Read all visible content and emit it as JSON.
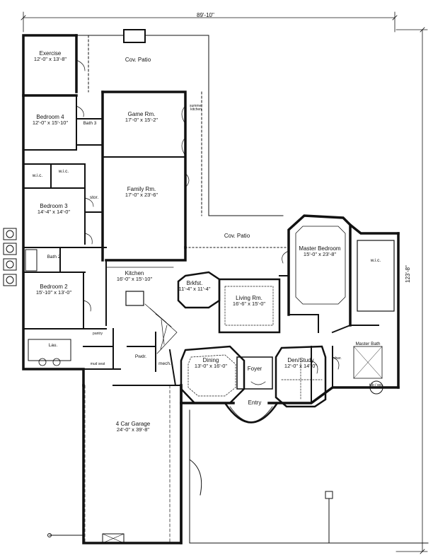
{
  "dimensions": {
    "width": "89'-10\"",
    "depth": "123'-8\""
  },
  "rooms": {
    "exercise": {
      "name": "Exercise",
      "size": "12'-0\" x 13'-8\""
    },
    "cov_patio_top": {
      "name": "Cov. Patio"
    },
    "bedroom4": {
      "name": "Bedroom 4",
      "size": "12'-0\" x 15'-10\""
    },
    "bath3": {
      "name": "Bath 3"
    },
    "game": {
      "name": "Game Rm.",
      "size": "17'-0\" x 15'-2\""
    },
    "summer_kitchen": {
      "name": "summer kitchen"
    },
    "wic_left": {
      "name": "w.i.c."
    },
    "wic_mid": {
      "name": "w.i.c."
    },
    "family": {
      "name": "Family Rm.",
      "size": "17'-0\" x 23'-6\""
    },
    "stor": {
      "name": "stor."
    },
    "bedroom3": {
      "name": "Bedroom 3",
      "size": "14'-4\" x 14'-0\""
    },
    "cov_patio_mid": {
      "name": "Cov. Patio"
    },
    "master_bed": {
      "name": "Master Bedroom",
      "size": "15'-0\" x 23'-8\""
    },
    "wic_master": {
      "name": "w.i.c."
    },
    "bath2": {
      "name": "Bath 2"
    },
    "kitchen": {
      "name": "Kitchen",
      "size": "16'-0\" x 15'-10\""
    },
    "brkfst": {
      "name": "Brkfst.",
      "size": "11'-4\" x 11'-4\""
    },
    "living": {
      "name": "Living Rm.",
      "size": "16'-6\" x 15'-0\""
    },
    "bedroom2": {
      "name": "Bedroom 2",
      "size": "15'-10\" x 13'-0\""
    },
    "pantry": {
      "name": "pantry"
    },
    "laundry": {
      "name": "Lau."
    },
    "mud_seat": {
      "name": "mud seat"
    },
    "pwdr": {
      "name": "Pwdr."
    },
    "mech": {
      "name": "mech."
    },
    "dining": {
      "name": "Dining",
      "size": "13'-0\" x 16'-0\""
    },
    "foyer": {
      "name": "Foyer"
    },
    "den": {
      "name": "Den/Study",
      "size": "12'-0\" x 14'-0\""
    },
    "master_bath": {
      "name": "Master Bath"
    },
    "shwr": {
      "name": "shwr."
    },
    "tub": {
      "name": "tub / sps."
    },
    "entry": {
      "name": "Entry"
    },
    "garage": {
      "name": "4 Car Garage",
      "size": "24'-0\" x 39'-8\""
    }
  }
}
